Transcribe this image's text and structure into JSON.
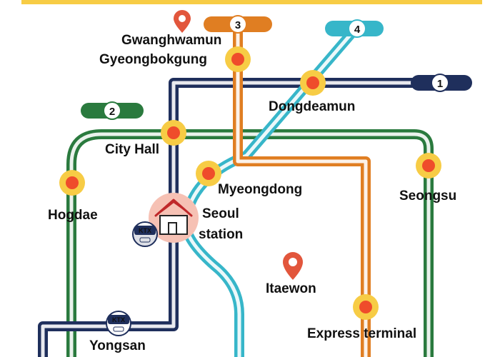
{
  "colors": {
    "line1": "#1f2f5c",
    "line2": "#2a7a3e",
    "line3": "#e07e22",
    "line4": "#37b6c9",
    "station_outer": "#f7cc45",
    "station_inner": "#ef4c2b",
    "pin": "#e2563c",
    "top_bar": "#f7cc45",
    "home_circle": "#f6c1b4"
  },
  "lines": [
    {
      "id": "1",
      "label": "1"
    },
    {
      "id": "2",
      "label": "2"
    },
    {
      "id": "3",
      "label": "3"
    },
    {
      "id": "4",
      "label": "4"
    }
  ],
  "stations": {
    "gwanghwamun": "Gwanghwamun",
    "gyeongbokgung": "Gyeongbokgung",
    "dongdeamun": "Dongdeamun",
    "city_hall": "City Hall",
    "myeongdong": "Myeongdong",
    "seongsu": "Seongsu",
    "hogdae": "Hogdae",
    "seoul_station_line1": "Seoul",
    "seoul_station_line2": "station",
    "itaewon": "Itaewon",
    "express_terminal": "Express terminal",
    "yongsan": "Yongsan"
  },
  "badges": {
    "ktx": "KTX"
  },
  "icons": {
    "home": "house-icon",
    "pin": "location-pin-icon",
    "train": "ktx-train-icon"
  }
}
